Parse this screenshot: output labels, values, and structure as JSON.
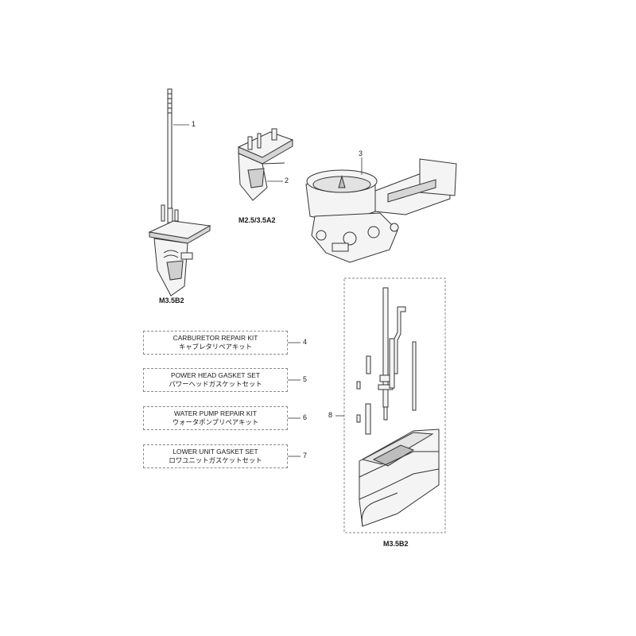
{
  "captions": {
    "part1_model": "M3.5B2",
    "part2_model": "M2.5/3.5A2",
    "part8_model": "M3.5B2"
  },
  "callouts": [
    "1",
    "2",
    "3",
    "4",
    "5",
    "6",
    "7",
    "8"
  ],
  "kits": [
    {
      "number": "4",
      "name_en": "CARBURETOR REPAIR KIT",
      "name_ja": "キャブレタリペアキット"
    },
    {
      "number": "5",
      "name_en": "POWER HEAD GASKET SET",
      "name_ja": "パワーヘッドガスケットセット"
    },
    {
      "number": "6",
      "name_en": "WATER PUMP REPAIR KIT",
      "name_ja": "ウォータポンプリペアキット"
    },
    {
      "number": "7",
      "name_en": "LOWER UNIT GASKET SET",
      "name_ja": "ロワユニットガスケットセット"
    }
  ],
  "colors": {
    "line": "#333333",
    "fill": "#f4f4f4",
    "shade": "#bdbdbd",
    "dash": "#888888"
  }
}
